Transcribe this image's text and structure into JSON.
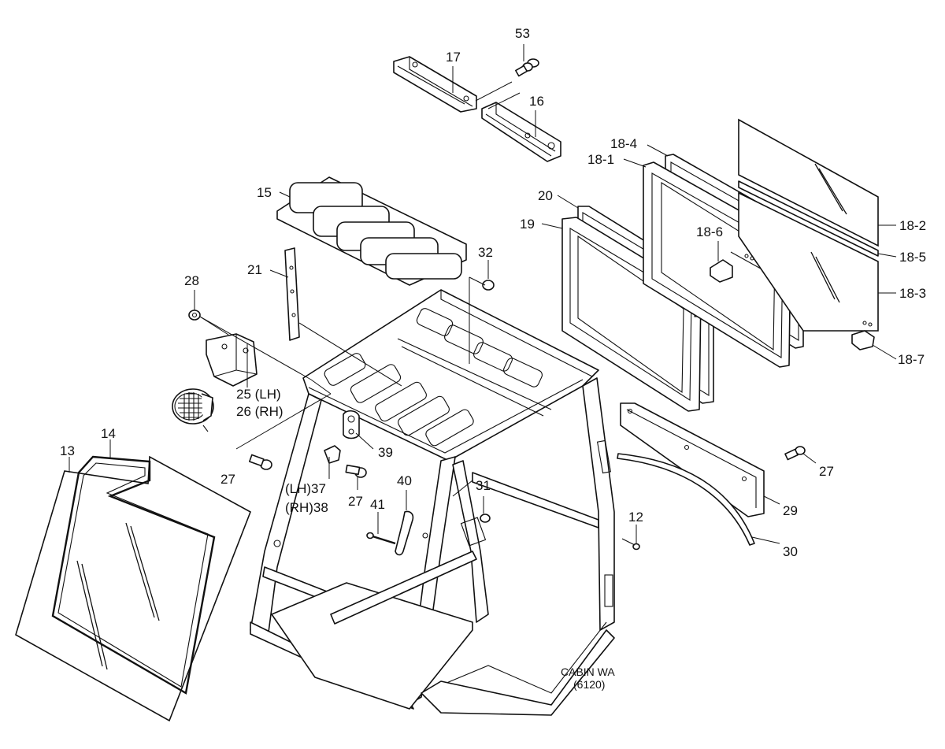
{
  "callouts": {
    "p53": "53",
    "p17": "17",
    "p16": "16",
    "p15": "15",
    "p21": "21",
    "p28": "28",
    "p32": "32",
    "p18_4": "18-4",
    "p18_1": "18-1",
    "p20": "20",
    "p19": "19",
    "p18_6": "18-6",
    "p18_2": "18-2",
    "p18_5": "18-5",
    "p18_3": "18-3",
    "p18_7": "18-7",
    "p25": "25 (LH)",
    "p26": "26 (RH)",
    "p14": "14",
    "p13": "13",
    "p39": "39",
    "p27_left": "27",
    "p37": "(LH)37",
    "p38": "(RH)38",
    "p27_mid": "27",
    "p40": "40",
    "p31": "31",
    "p41": "41",
    "p27_right": "27",
    "p29": "29",
    "p12": "12",
    "p30": "30"
  },
  "caption": {
    "line1": "CABIN WA",
    "line2": "(6120)"
  }
}
